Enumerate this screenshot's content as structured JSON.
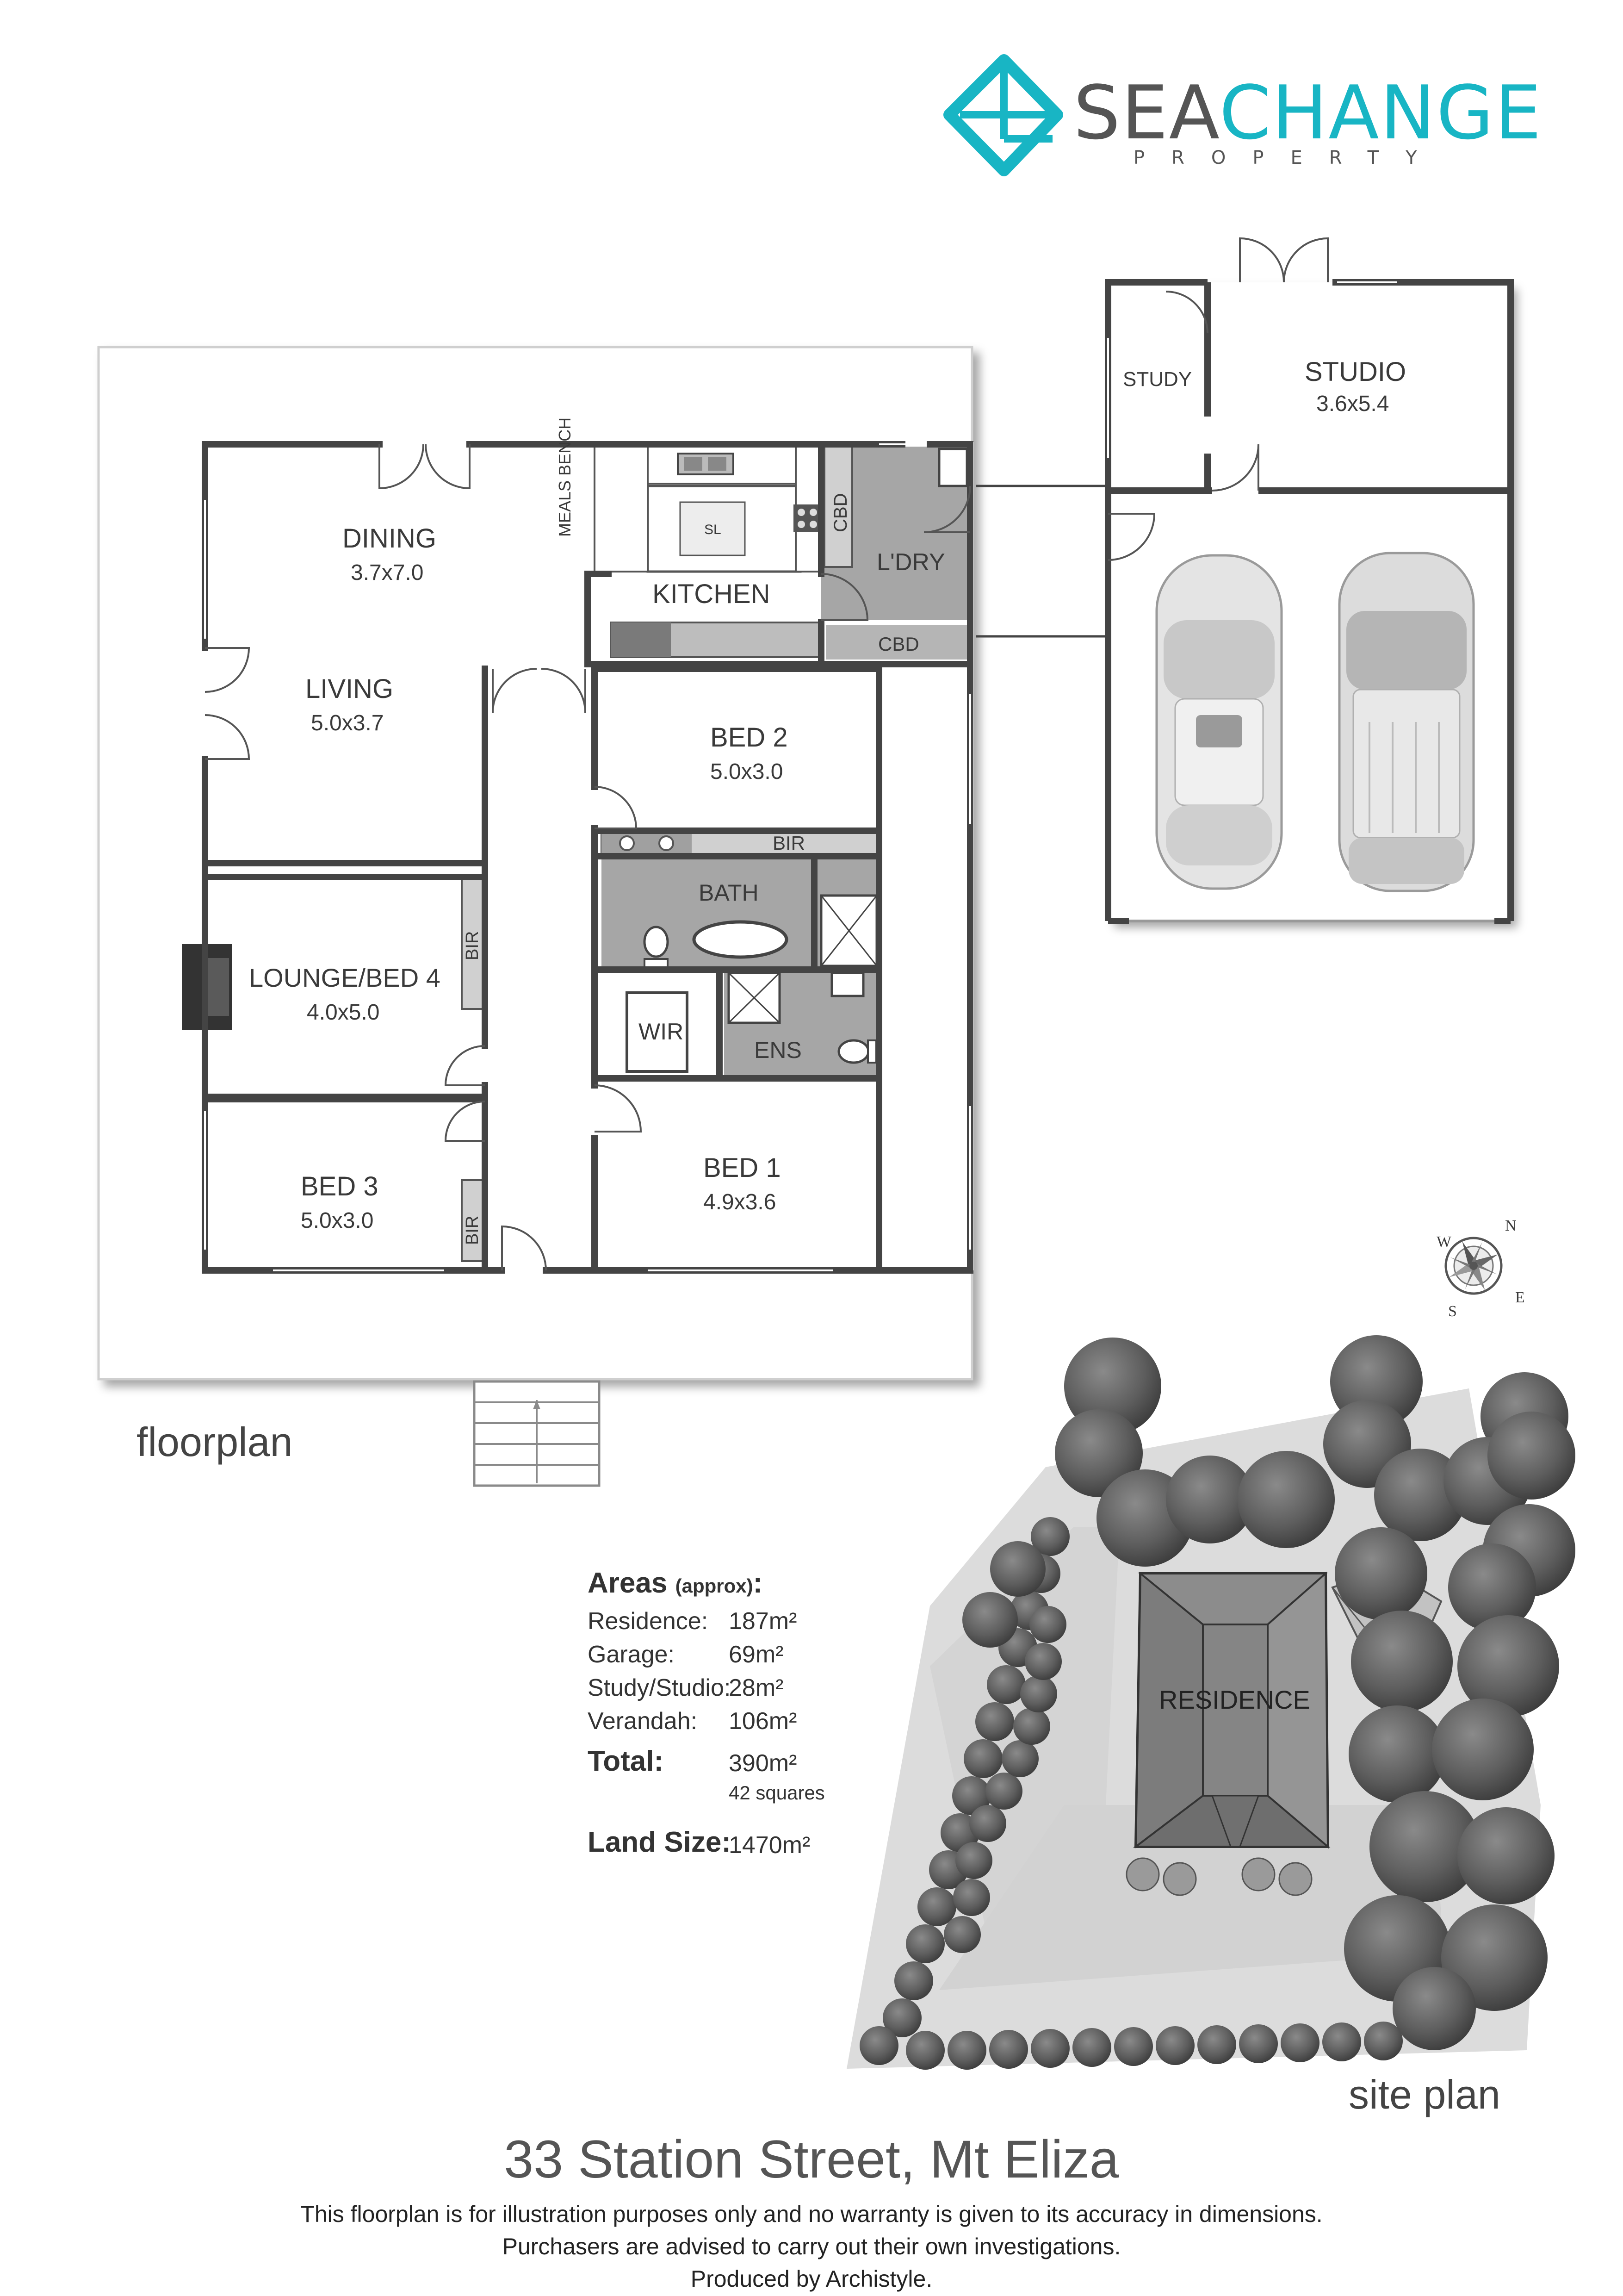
{
  "brand": {
    "word_a": "SEA",
    "word_b": "CHANGE",
    "sub": "PROPERTY",
    "color_accent": "#18b5c4",
    "color_text": "#555555"
  },
  "rooms": {
    "dining": {
      "name": "DINING",
      "size": "3.7x7.0"
    },
    "living": {
      "name": "LIVING",
      "size": "5.0x3.7"
    },
    "lounge": {
      "name": "LOUNGE/BED 4",
      "size": "4.0x5.0"
    },
    "bed3": {
      "name": "BED 3",
      "size": "5.0x3.0"
    },
    "bed2": {
      "name": "BED 2",
      "size": "5.0x3.0"
    },
    "bed1": {
      "name": "BED 1",
      "size": "4.9x3.6"
    },
    "kitchen": "KITCHEN",
    "meals_bench": "MEALS BENCH",
    "sl": "SL",
    "ldry": "L'DRY",
    "cbd": "CBD",
    "bath": "BATH",
    "ens": "ENS",
    "wir": "WIR",
    "bir": "BIR",
    "study": "STUDY",
    "studio": {
      "name": "STUDIO",
      "size": "3.6x5.4"
    },
    "residence": "RESIDENCE"
  },
  "compass": {
    "n": "N",
    "e": "E",
    "s": "S",
    "w": "W"
  },
  "captions": {
    "floorplan": "floorplan",
    "site_plan": "site plan"
  },
  "areas": {
    "heading": "Areas",
    "heading_note": "(approx)",
    "heading_colon": ":",
    "rows": [
      {
        "label": "Residence:",
        "value": "187m²"
      },
      {
        "label": "Garage:",
        "value": "69m²"
      },
      {
        "label": "Study/Studio:",
        "value": "28m²"
      },
      {
        "label": "Verandah:",
        "value": "106m²"
      }
    ],
    "total_label": "Total:",
    "total_value": "390m²",
    "total_squares": "42 squares",
    "land_label": "Land Size:",
    "land_value": "1470m²"
  },
  "address": "33 Station Street, Mt Eliza",
  "disclaimer": [
    "This floorplan is for illustration purposes only and no warranty is given to its accuracy in dimensions.",
    "Purchasers are advised to carry out their own investigations.",
    "Produced by Archistyle."
  ]
}
